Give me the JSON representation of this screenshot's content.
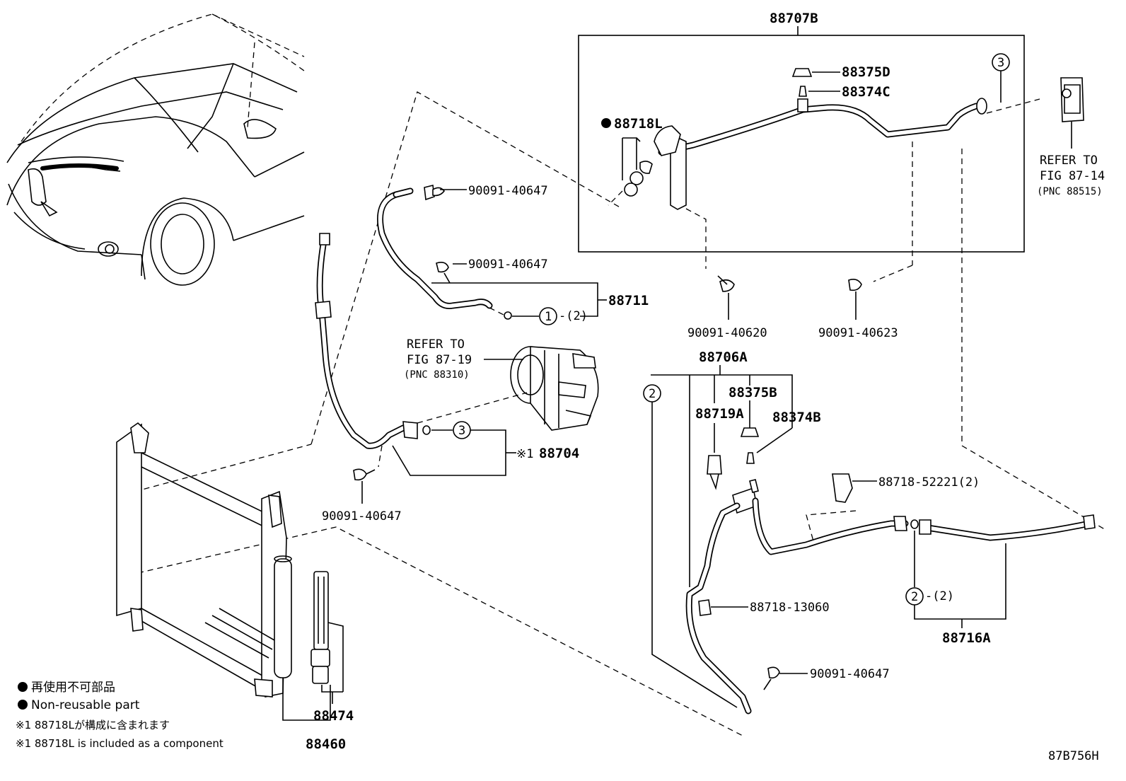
{
  "diagram_code": "87B756H",
  "callouts": {
    "assy_top": "88707B",
    "seal_d": "88375D",
    "valve_c": "88374C",
    "oring_l": "88718L",
    "bolt_a": "90091-40647",
    "bolt_b": "90091-40647",
    "hose_suction": "88711",
    "qty_1": "-(2)",
    "mark_1": "1",
    "bolt_c": "90091-40620",
    "bolt_d": "90091-40623",
    "assy_mid": "88706A",
    "seal_b": "88375B",
    "switch_a": "88719A",
    "valve_b": "88374B",
    "mark_2a": "2",
    "mark_3a": "3",
    "mark_3b": "3",
    "discharge_prefix": "※1",
    "discharge_hose": "88704",
    "bolt_e": "90091-40647",
    "clamp_2": "88718-52221(2)",
    "clamp_1": "88718-13060",
    "mark_2b": "2",
    "qty_2": "-(2)",
    "tube_a": "88716A",
    "bolt_f": "90091-40647",
    "dryer": "88474",
    "condenser": "88460"
  },
  "references": {
    "compressor": {
      "line1": "REFER TO",
      "line2": "FIG 87-19",
      "line3": "(PNC 88310)"
    },
    "valve": {
      "line1": "REFER TO",
      "line2": "FIG 87-14",
      "line3": "(PNC 88515)"
    }
  },
  "legend": {
    "jp_bullet": "再使用不可部品",
    "en_bullet": "Non-reusable part",
    "jp_note": "※1 88718Lが構成に含まれます",
    "en_note": "※1 88718L is included as a component"
  }
}
